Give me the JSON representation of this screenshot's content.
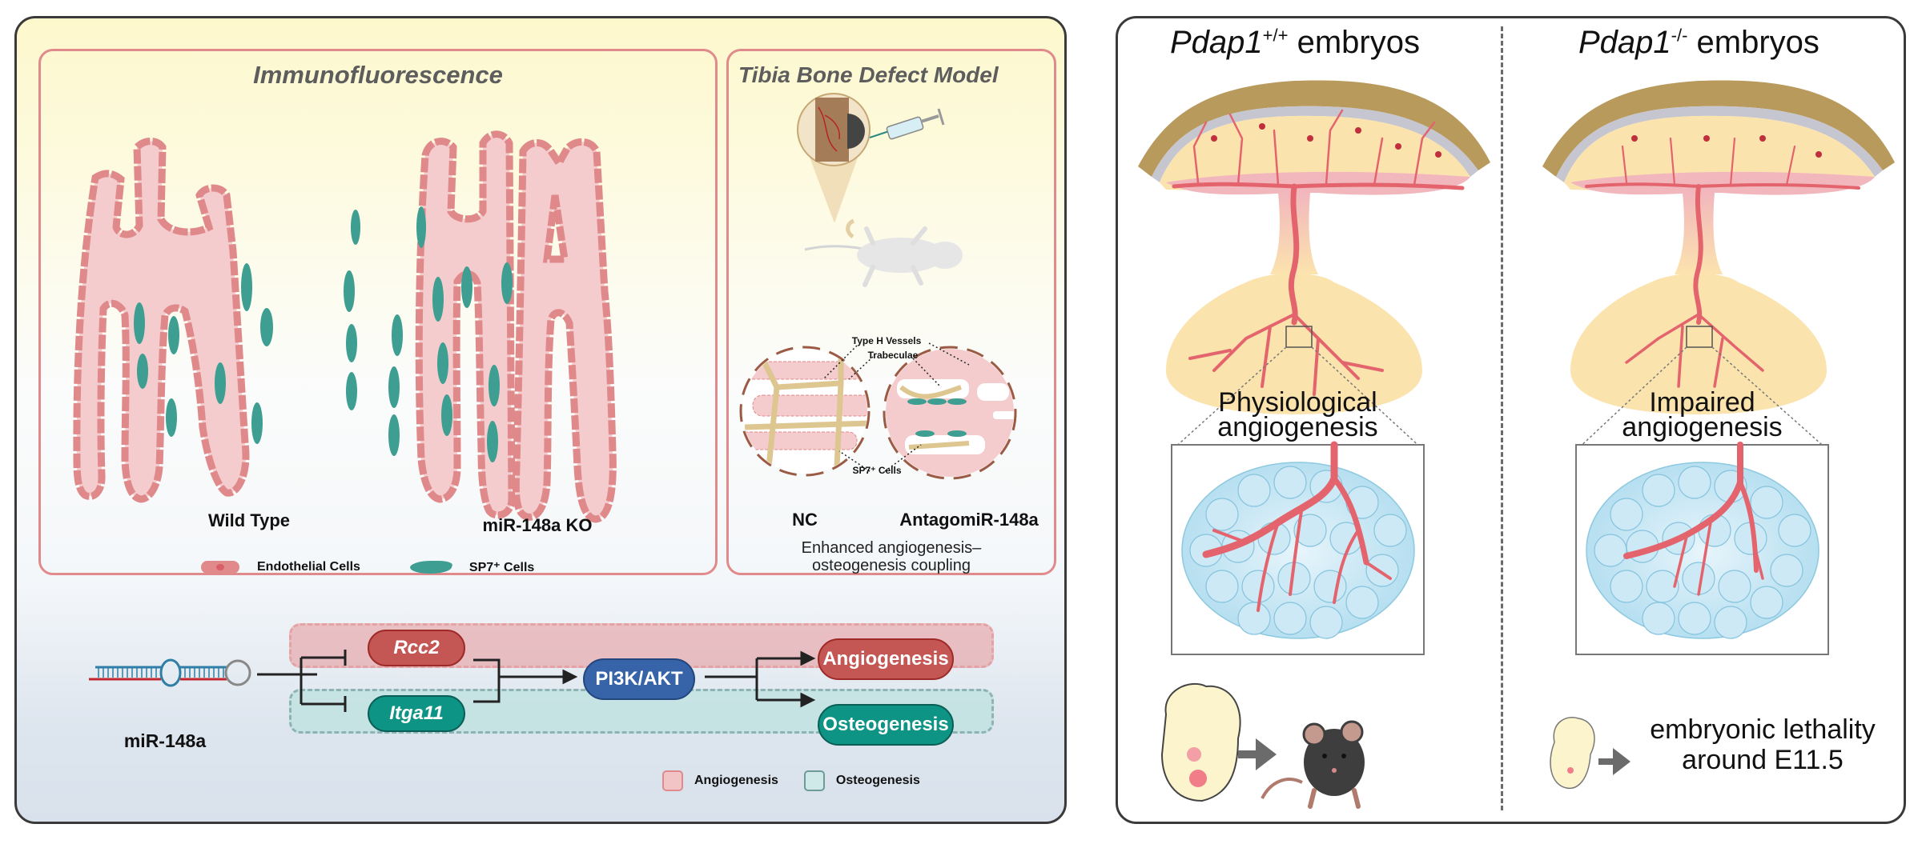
{
  "left_panel": {
    "immunofluorescence": {
      "title": "Immunofluorescence",
      "groups": [
        {
          "label": "Wild Type"
        },
        {
          "label": "miR-148a KO"
        }
      ],
      "legend": [
        {
          "label": "Endothelial Cells",
          "icon": "endothelial-cell-icon"
        },
        {
          "label": "SP7⁺ Cells",
          "icon": "sp7-cell-icon"
        }
      ]
    },
    "tibia_model": {
      "title": "Tibia Bone Defect Model",
      "annotations": {
        "type_h_vessels": "Type H Vessels",
        "trabeculae": "Trabeculae",
        "sp7_cells": "SP7⁺ Cells"
      },
      "groups": [
        {
          "label": "NC"
        },
        {
          "label": "AntagomiR-148a"
        }
      ],
      "caption_line1": "Enhanced angiogenesis–",
      "caption_line2": "osteogenesis coupling"
    },
    "pathway": {
      "mirna_label": "miR-148a",
      "targets": [
        {
          "label": "Rcc2",
          "color": "#c45654"
        },
        {
          "label": "Itga11",
          "color": "#0e9484"
        }
      ],
      "hub": {
        "label": "PI3K/AKT",
        "color": "#3763a8"
      },
      "outcomes": [
        {
          "label": "Angiogenesis",
          "color": "#c45654"
        },
        {
          "label": "Osteogenesis",
          "color": "#0e9484"
        }
      ],
      "legend": [
        {
          "label": "Angiogenesis",
          "color": "#f2c4c5"
        },
        {
          "label": "Osteogenesis",
          "color": "#cfe9e8"
        }
      ]
    }
  },
  "right_panel": {
    "columns": [
      {
        "title_gene": "Pdap1",
        "title_genotype": "+/+",
        "title_suffix": " embryos",
        "caption_line1": "Physiological",
        "caption_line2": "angiogenesis",
        "outcome": "viable-mouse"
      },
      {
        "title_gene": "Pdap1",
        "title_genotype": "-/-",
        "title_suffix": " embryos",
        "caption_line1": "Impaired",
        "caption_line2": "angiogenesis",
        "outcome_line1": "embryonic lethality",
        "outcome_line2": "around E11.5"
      }
    ]
  },
  "colors": {
    "vessel_fill": "#f4cccd",
    "endothelial": "#e0898b",
    "sp7": "#3e9e92",
    "placenta_tissue": "#fbe3ae",
    "placenta_vessel": "#e4646d",
    "outer_border": "#3a3a3a",
    "subpanel_border": "#e08a8c"
  }
}
